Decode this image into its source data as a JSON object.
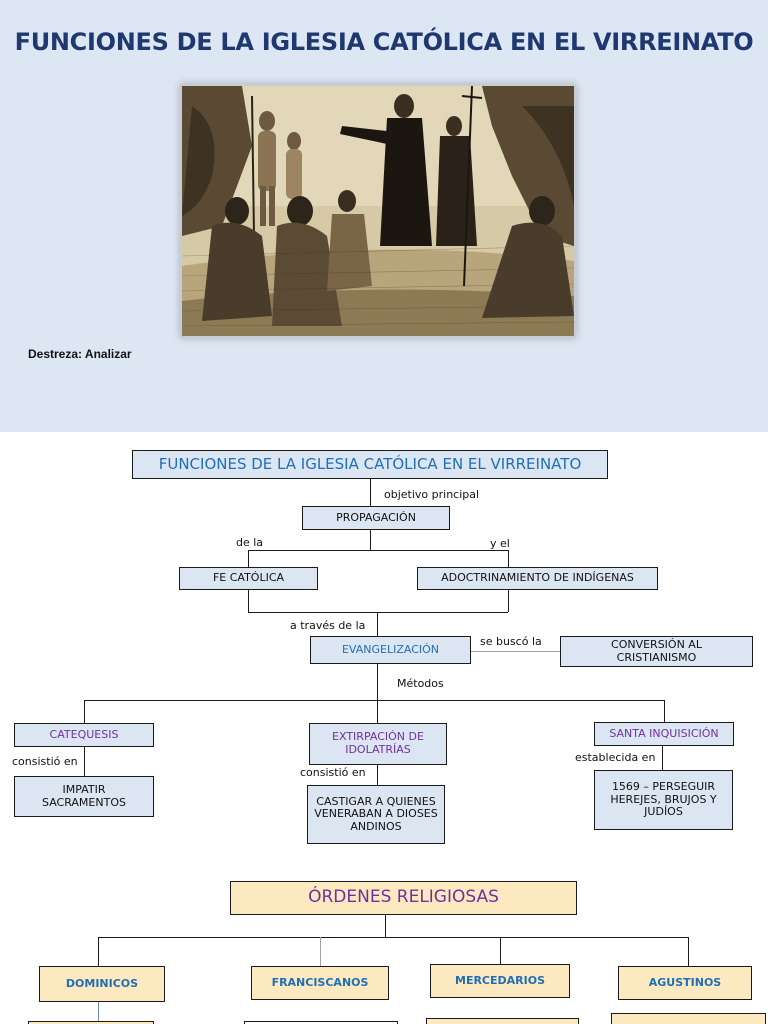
{
  "slide": {
    "title": "FUNCIONES DE LA IGLESIA CATÓLICA EN EL VIRREINATO",
    "skill": "Destreza: Analizar"
  },
  "map1": {
    "title": "FUNCIONES DE LA IGLESIA CATÓLICA EN EL VIRREINATO",
    "link_objetivo": "objetivo principal",
    "propagacion": "PROPAGACIÓN",
    "link_de_la": "de la",
    "link_y_el": "y el",
    "fe_catolica": "FE CATÓLICA",
    "adoctrinamiento": "ADOCTRINAMIENTO DE INDÍGENAS",
    "link_a_traves": "a través de la",
    "evangelizacion": "EVANGELIZACIÓN",
    "link_se_busco": "se buscó la",
    "conversion": "CONVERSIÓN AL CRISTIANISMO",
    "link_metodos": "Métodos",
    "catequesis": "CATEQUESIS",
    "extirpacion": "EXTIRPACIÓN DE IDOLATRÍAS",
    "santa_inquisicion": "SANTA INQUISICIÓN",
    "link_consistio_1": "consistió en",
    "link_consistio_2": "consistió en",
    "link_establecida": "establecida en",
    "impartir": "IMPATIR SACRAMENTOS",
    "castigar": "CASTIGAR A QUIENES VENERABAN A DIOSES ANDINOS",
    "perseguir": "1569 – PERSEGUIR HEREJES, BRUJOS Y JUDÍOS"
  },
  "map2": {
    "title": "ÓRDENES RELIGIOSAS",
    "orders": [
      "DOMINICOS",
      "FRANCISCANOS",
      "MERCEDARIOS",
      "AGUSTINOS"
    ]
  },
  "colors": {
    "slide_bg": "#dde7f3",
    "title_navy": "#1f3870",
    "box_blue": "#dce6f2",
    "box_cream": "#fde9c0",
    "text_blue": "#1f6fb8",
    "text_purple": "#7030a0"
  },
  "image": {
    "subject": "engraving-missionary-preaching-to-indigenous-people"
  }
}
